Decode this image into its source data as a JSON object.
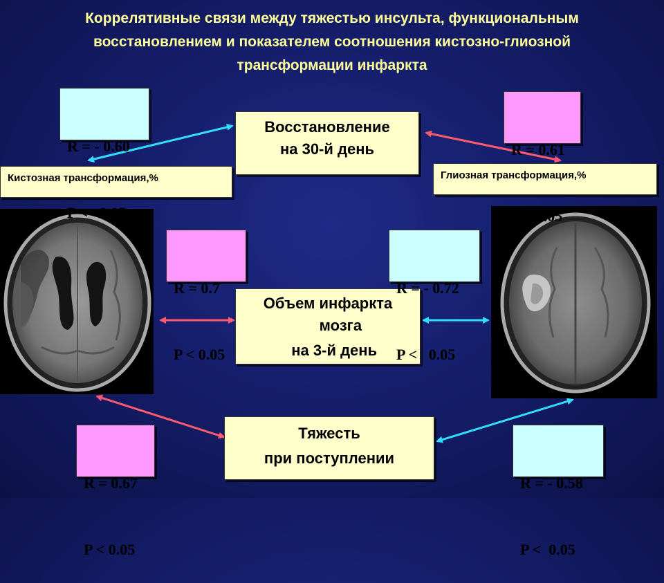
{
  "title": {
    "line1": "Коррелятивные связи между тяжестью инсульта, функциональным",
    "line2": "восстановлением и показателем соотношения кистозно-глиозной",
    "line3": "трансформации инфаркта"
  },
  "nodes": {
    "recovery": {
      "line1": "Восстановление",
      "line2": "на 30-й день"
    },
    "infarct_volume": {
      "line1": "Объем инфаркта",
      "line2": "      мозга",
      "line3": "   на 3-й день"
    },
    "severity": {
      "line1": "Тяжесть",
      "line2": "при поступлении"
    },
    "cystic": "Кистозная трансформация,%",
    "glial": "Глиозная трансформация,%"
  },
  "stats": {
    "cystic_recovery": {
      "r": "R = - 0.60",
      "p": "P <   0.05"
    },
    "glial_recovery": {
      "r": "R = 0.61",
      "p": "P < 0.05"
    },
    "cystic_volume": {
      "r": "R = 0.7",
      "p": "P < 0.05"
    },
    "glial_volume": {
      "r": "R = - 0.72",
      "p": "P <   0.05"
    },
    "cystic_severity": {
      "r": "R = 0.67",
      "p": "P < 0.05"
    },
    "glial_severity": {
      "r": "R = - 0.58",
      "p": "P <  0.05"
    }
  },
  "colors": {
    "background": "#141c66",
    "title": "#ffff99",
    "node_fill": "#ffffcc",
    "positive_box": "#ff99ff",
    "negative_box": "#ccffff",
    "positive_arrow": "#ff5a6e",
    "negative_arrow": "#33ddff"
  }
}
